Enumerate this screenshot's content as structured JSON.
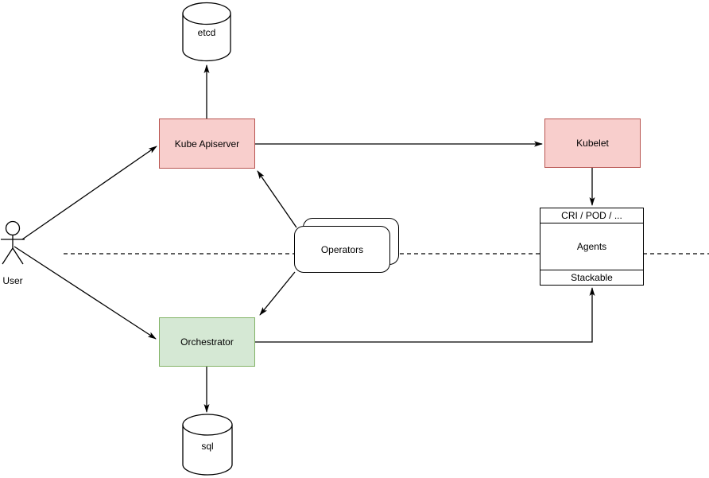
{
  "nodes": {
    "user": {
      "label": "User"
    },
    "etcd": {
      "label": "etcd"
    },
    "kube_apiserver": {
      "label": "Kube Apiserver"
    },
    "kubelet": {
      "label": "Kubelet"
    },
    "operators": {
      "label": "Operators"
    },
    "agents": {
      "header": "CRI / POD / ...",
      "body": "Agents",
      "footer": "Stackable"
    },
    "orchestrator": {
      "label": "Orchestrator"
    },
    "sql": {
      "label": "sql"
    }
  },
  "edges": [
    {
      "from": "User",
      "to": "Kube Apiserver"
    },
    {
      "from": "User",
      "to": "Orchestrator"
    },
    {
      "from": "Kube Apiserver",
      "to": "etcd"
    },
    {
      "from": "Kube Apiserver",
      "to": "Kubelet"
    },
    {
      "from": "Operators",
      "to": "Kube Apiserver"
    },
    {
      "from": "Operators",
      "to": "Orchestrator"
    },
    {
      "from": "Kubelet",
      "to": "CRI / POD / ..."
    },
    {
      "from": "Orchestrator",
      "to": "Stackable"
    },
    {
      "from": "Orchestrator",
      "to": "sql"
    }
  ],
  "colors": {
    "pink_fill": "#f8cecc",
    "pink_border": "#b85450",
    "green_fill": "#d5e8d4",
    "green_border": "#82b366",
    "shape_fill": "#ffffff",
    "line": "#000000",
    "background": "#ffffff"
  }
}
